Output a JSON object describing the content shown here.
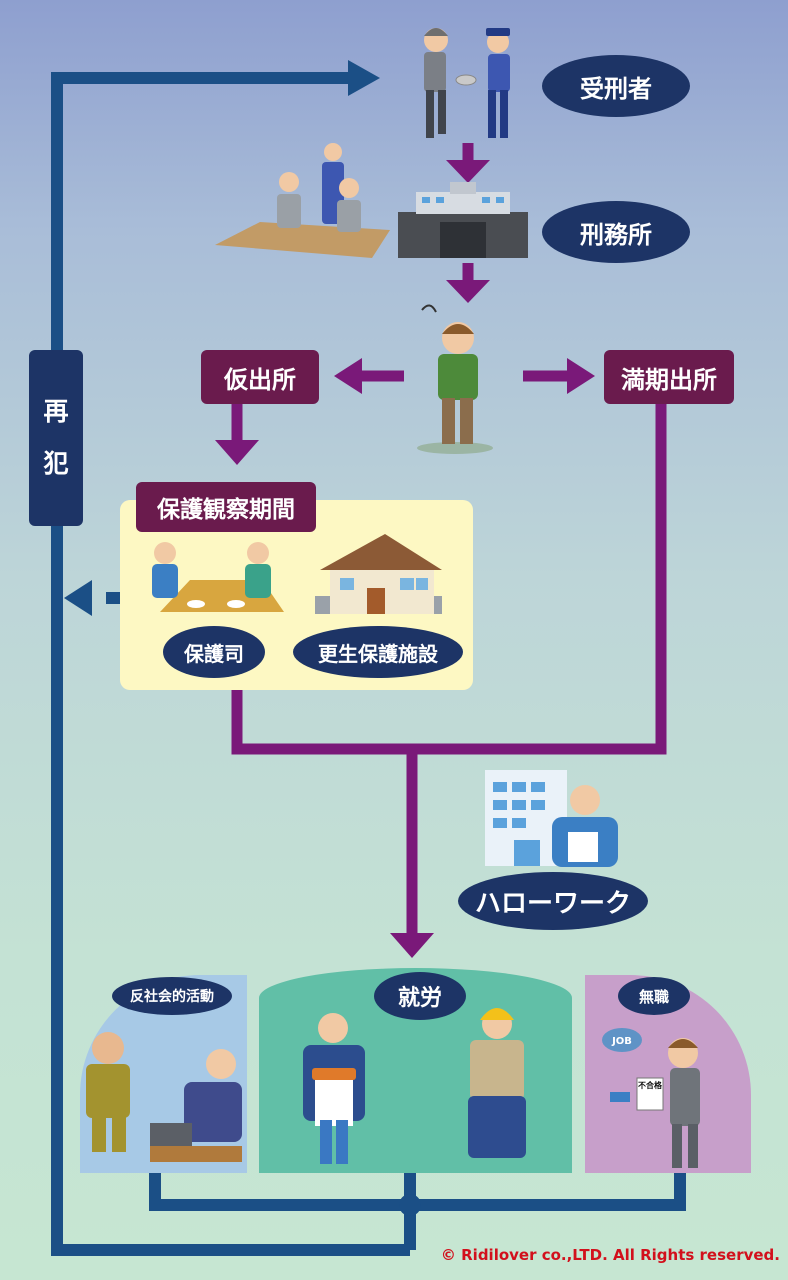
{
  "nodes": {
    "prisoner": "受刑者",
    "prison": "刑務所",
    "parole": "仮出所",
    "full_term": "満期出所",
    "probation": "保護観察期間",
    "officer": "保護司",
    "rehab": "更生保護施設",
    "hellowork": "ハローワーク",
    "antisocial": "反社会的活動",
    "employment": "就労",
    "unemployed": "無職",
    "recidivism": "再\n犯"
  },
  "doc_label": "不合格",
  "job_label": "JOB",
  "copyright": "© Ridilover co.,LTD. All Rights reserved.",
  "colors": {
    "navy": "#1d3466",
    "blue_line": "#1b4f86",
    "purple_line": "#7a1979",
    "purple_box": "#6a1b4d",
    "yellow": "#fdf8c3",
    "green_panel": "#61bfa7",
    "blue_panel": "#a7c9e6",
    "lilac_panel": "#c79fca",
    "red": "#d2101c"
  }
}
